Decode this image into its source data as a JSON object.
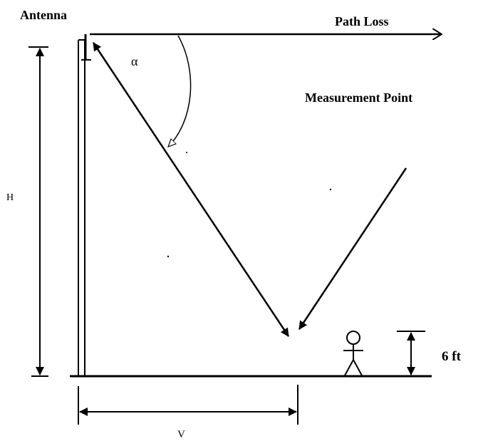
{
  "labels": {
    "antenna": "Antenna",
    "path_loss": "Path Loss",
    "measurement_point": "Measurement Point",
    "alpha": "α",
    "height": "H",
    "distance": "V",
    "person_height": "6 ft"
  },
  "colors": {
    "line": "#000000",
    "background": "#ffffff"
  }
}
